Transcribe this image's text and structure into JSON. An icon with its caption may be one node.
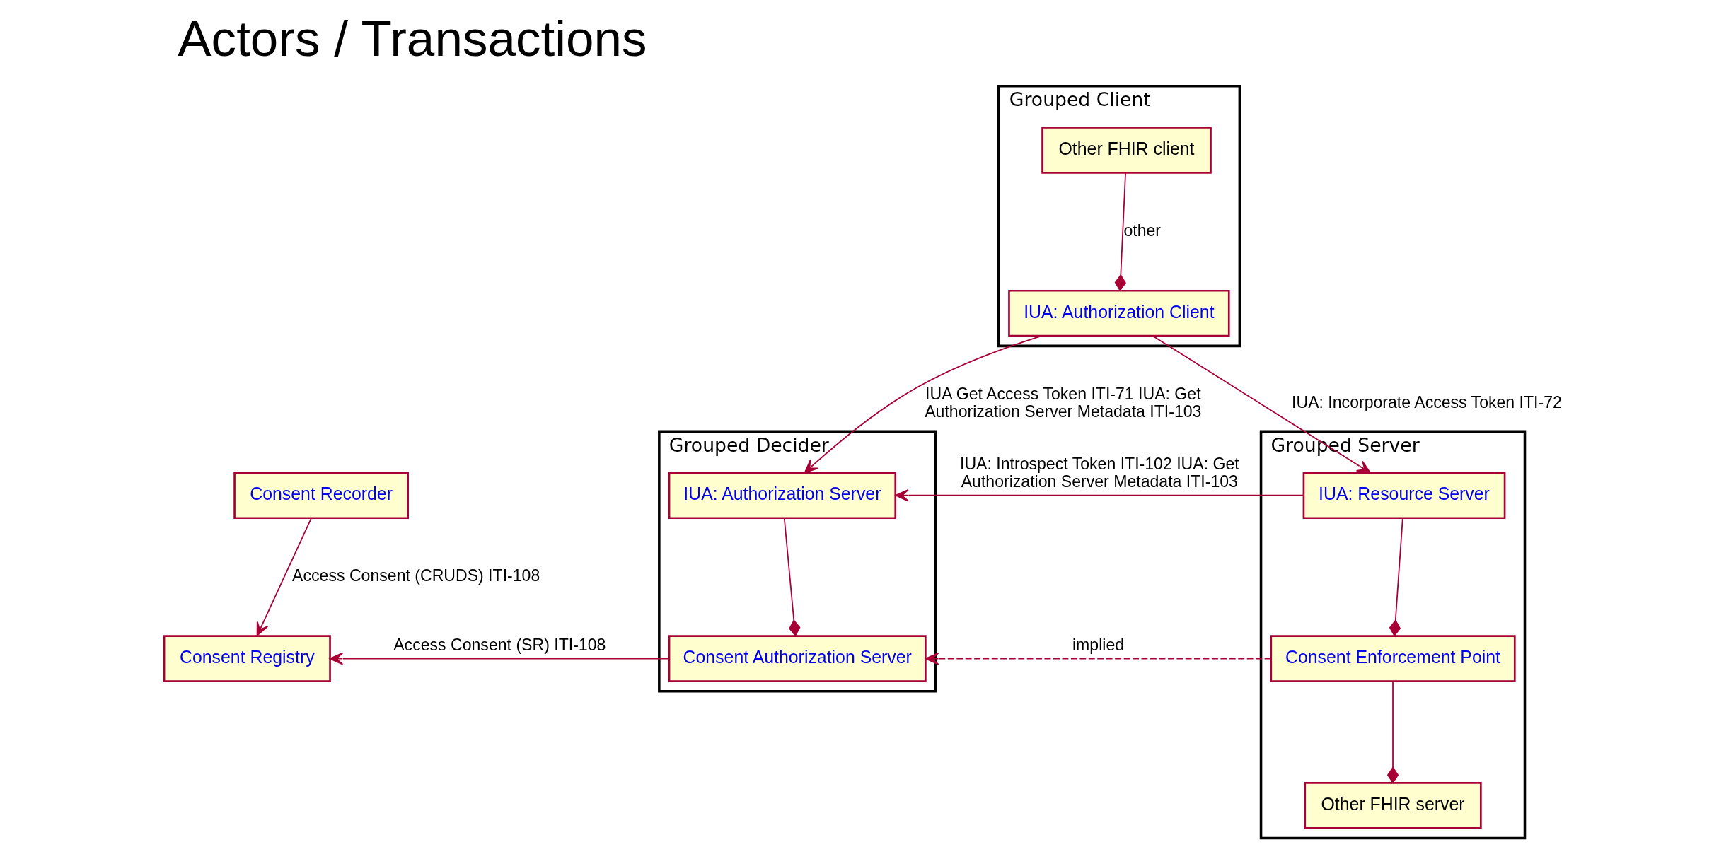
{
  "diagram": {
    "title": "Actors / Transactions",
    "nodes": [
      {
        "text": [
          "Grouped Client"
        ]
      },
      {
        "text": [
          "Other FHIR client"
        ],
        "in": 0
      },
      {
        "text": [
          "IUA: Authorization Client"
        ],
        "in": 0
      },
      {
        "text": [
          "Grouped Decider"
        ]
      },
      {
        "text": [
          "IUA: Authorization Server"
        ],
        "in": 3
      },
      {
        "text": [
          "Consent Authorization Server"
        ],
        "in": 3
      },
      {
        "text": [
          "Grouped Server"
        ]
      },
      {
        "text": [
          "IUA: Resource Server"
        ],
        "in": 6
      },
      {
        "text": [
          "Consent Enforcement Point"
        ],
        "in": 6
      },
      {
        "text": [
          "Other FHIR server"
        ],
        "in": 6
      },
      {
        "text": [
          "Consent Recorder"
        ]
      },
      {
        "text": [
          "Consent Registry"
        ]
      }
    ],
    "edges": [
      {
        "from": 1,
        "to": 2,
        "arrow": "other",
        "label": "other"
      },
      {
        "from": 2,
        "to": 4,
        "arrow": "to",
        "label": "IUA Get Access Token ITI-71 IUA: Get Authorization Server Metadata ITI-103"
      },
      {
        "from": 2,
        "to": 7,
        "arrow": "to",
        "label": "IUA: Incorporate Access Token ITI-72"
      },
      {
        "from": 7,
        "to": 4,
        "arrow": "to",
        "label": "IUA: Introspect Token ITI-102 IUA: Get Authorization Server Metadata ITI-103"
      },
      {
        "from": 4,
        "to": 5,
        "arrow": "other"
      },
      {
        "from": 7,
        "to": 8,
        "arrow": "other"
      },
      {
        "from": 8,
        "to": 9,
        "arrow": "other"
      },
      {
        "from": 8,
        "to": 5,
        "arrow": "to",
        "style": "dashed",
        "label": "implied"
      },
      {
        "from": 10,
        "to": 11,
        "arrow": "to",
        "label": "Access Consent (CRUDS) ITI-108"
      },
      {
        "from": 5,
        "to": 11,
        "arrow": "to",
        "label": "Access Consent (SR) ITI-108"
      }
    ]
  }
}
